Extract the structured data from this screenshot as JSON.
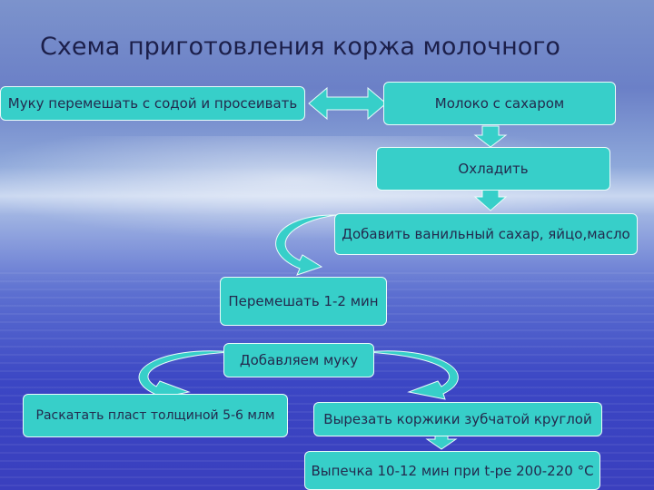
{
  "diagram": {
    "title": "Схема приготовления коржа молочного",
    "steps": {
      "flour": "Муку перемешать с содой и просеивать",
      "milk": "Молоко с сахаром",
      "cool": "Охладить",
      "add": "Добавить ванильный сахар, яйцо,масло",
      "mix": "Перемешать 1-2 мин",
      "add_flour": "Добавляем муку",
      "roll": "Раскатать пласт толщиной 5-6 млм",
      "cut": "Вырезать коржики зубчатой круглой",
      "bake": "Выпечка 10-12 мин при t-ре 200-220 °C"
    },
    "colors": {
      "box_fill": "#37cfc9",
      "arrow_fill": "#37cfc9",
      "text": "#232a4e"
    }
  }
}
